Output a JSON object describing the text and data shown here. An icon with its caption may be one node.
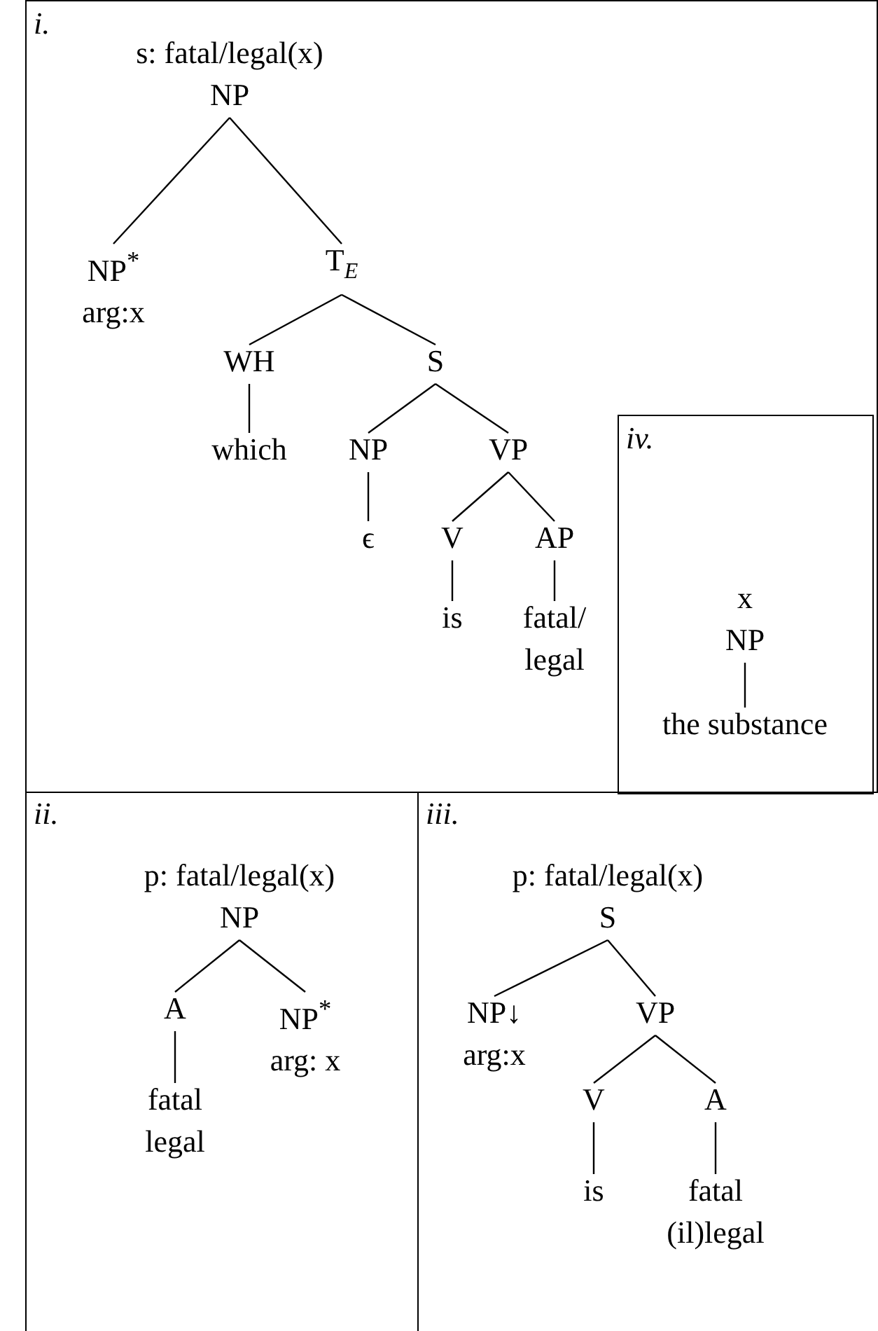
{
  "diagram": {
    "nodes": [
      {
        "text": [
          "i."
        ]
      },
      {
        "text": [
          "s: fatal/legal(x)",
          "NP"
        ],
        "in": 0
      },
      {
        "text": [
          "NP$^{*}$",
          "arg:x"
        ],
        "in": 0
      },
      {
        "text": [
          "T$_{E}$"
        ],
        "in": 0
      },
      {
        "text": [
          "WH"
        ],
        "in": 0
      },
      {
        "text": [
          "S"
        ],
        "in": 0
      },
      {
        "text": [
          "which"
        ],
        "in": 0
      },
      {
        "text": [
          "NP"
        ],
        "in": 0
      },
      {
        "text": [
          "VP"
        ],
        "in": 0
      },
      {
        "text": [
          "ϵ"
        ],
        "in": 0
      },
      {
        "text": [
          "V"
        ],
        "in": 0
      },
      {
        "text": [
          "AP"
        ],
        "in": 0
      },
      {
        "text": [
          "is"
        ],
        "in": 0
      },
      {
        "text": [
          "fatal/ legal"
        ],
        "in": 0
      },
      {
        "text": [
          "iv."
        ],
        "in": 0
      },
      {
        "text": [
          "x",
          "NP"
        ],
        "in": 14
      },
      {
        "text": [
          "the substance"
        ],
        "in": 14
      },
      {
        "text": [
          "ii."
        ]
      },
      {
        "text": [
          "p: fatal/legal(x)",
          "NP"
        ],
        "in": 17
      },
      {
        "text": [
          "A"
        ],
        "in": 17
      },
      {
        "text": [
          "NP$^{*}$",
          "arg: x"
        ],
        "in": 17
      },
      {
        "text": [
          "fatal legal"
        ],
        "in": 17
      },
      {
        "text": [
          "iii."
        ]
      },
      {
        "text": [
          "p: fatal/legal(x)",
          "S"
        ],
        "in": 22
      },
      {
        "text": [
          "NP↓",
          "arg:x"
        ],
        "in": 22
      },
      {
        "text": [
          "VP"
        ],
        "in": 22
      },
      {
        "text": [
          "V"
        ],
        "in": 22
      },
      {
        "text": [
          "A"
        ],
        "in": 22
      },
      {
        "text": [
          "is"
        ],
        "in": 22
      },
      {
        "text": [
          "fatal (il)legal"
        ],
        "in": 22
      }
    ],
    "edges": [
      {
        "from": 1,
        "to": 2,
        "arrow": "none"
      },
      {
        "from": 1,
        "to": 3,
        "arrow": "none"
      },
      {
        "from": 3,
        "to": 4,
        "arrow": "none"
      },
      {
        "from": 3,
        "to": 5,
        "arrow": "none"
      },
      {
        "from": 4,
        "to": 6,
        "arrow": "none"
      },
      {
        "from": 5,
        "to": 7,
        "arrow": "none"
      },
      {
        "from": 5,
        "to": 8,
        "arrow": "none"
      },
      {
        "from": 7,
        "to": 9,
        "arrow": "none"
      },
      {
        "from": 8,
        "to": 10,
        "arrow": "none"
      },
      {
        "from": 8,
        "to": 11,
        "arrow": "none"
      },
      {
        "from": 10,
        "to": 12,
        "arrow": "none"
      },
      {
        "from": 11,
        "to": 13,
        "arrow": "none"
      },
      {
        "from": 15,
        "to": 16,
        "arrow": "none"
      },
      {
        "from": 18,
        "to": 19,
        "arrow": "none"
      },
      {
        "from": 18,
        "to": 20,
        "arrow": "none"
      },
      {
        "from": 19,
        "to": 21,
        "arrow": "none"
      },
      {
        "from": 23,
        "to": 24,
        "arrow": "none"
      },
      {
        "from": 23,
        "to": 25,
        "arrow": "none"
      },
      {
        "from": 25,
        "to": 26,
        "arrow": "none"
      },
      {
        "from": 25,
        "to": 27,
        "arrow": "none"
      },
      {
        "from": 26,
        "to": 28,
        "arrow": "none"
      },
      {
        "from": 27,
        "to": 29,
        "arrow": "none"
      }
    ]
  }
}
